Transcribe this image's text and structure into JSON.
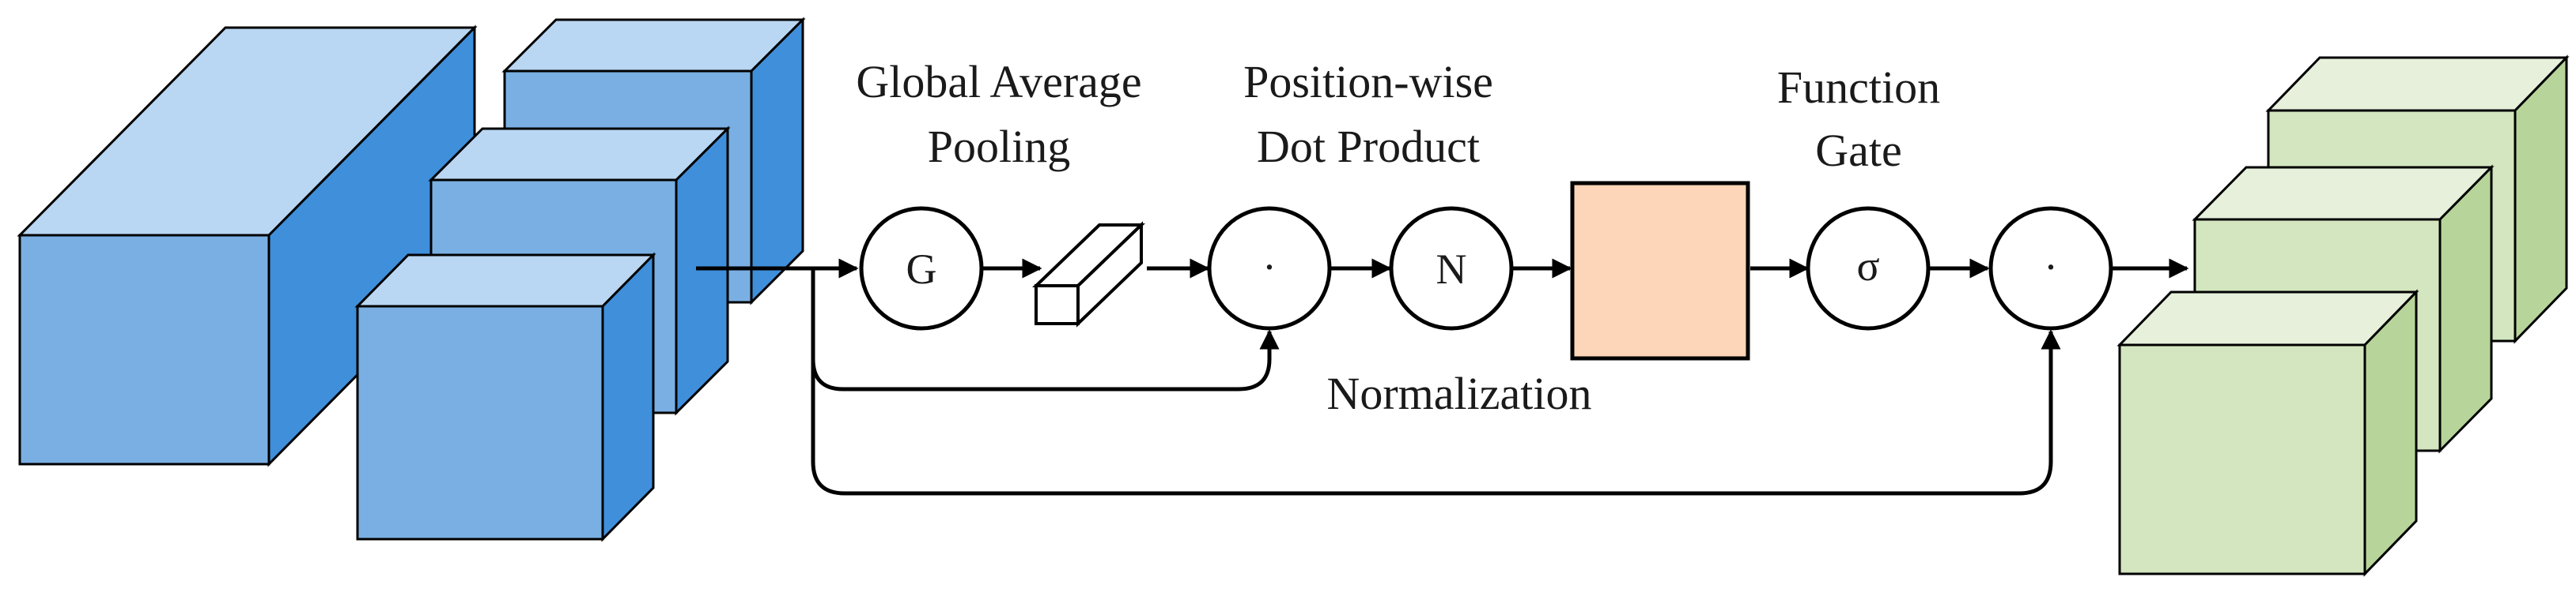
{
  "labels": {
    "gap_line1": "Global Average",
    "gap_line2": "Pooling",
    "pwdp_line1": "Position-wise",
    "pwdp_line2": "Dot Product",
    "fg_line1": "Function",
    "fg_line2": "Gate",
    "normalization": "Normalization"
  },
  "operators": {
    "gap": "G",
    "dot1": "·",
    "norm": "N",
    "sigma": "σ",
    "dot2": "·"
  },
  "colors": {
    "input_front": "#7aafe3",
    "input_top": "#b9d6f2",
    "input_side": "#3f8fdb",
    "output_front": "#d3e6bf",
    "output_top": "#e6f0db",
    "output_side": "#b7d59a",
    "gate_box": "#fdd5b8",
    "pooled_bar": "#ffffff",
    "stroke": "#000000"
  }
}
